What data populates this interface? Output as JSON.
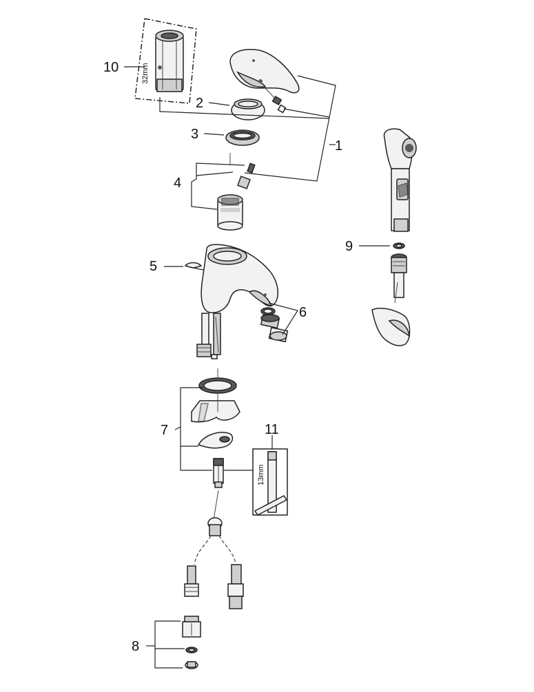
{
  "callouts": {
    "c1": "1",
    "c2": "2",
    "c3": "3",
    "c4": "4",
    "c5": "5",
    "c6": "6",
    "c7": "7",
    "c8": "8",
    "c9": "9",
    "c10": "10",
    "c11": "11"
  },
  "dimensions": {
    "tool10": "32mm",
    "tool11": "13mm"
  }
}
